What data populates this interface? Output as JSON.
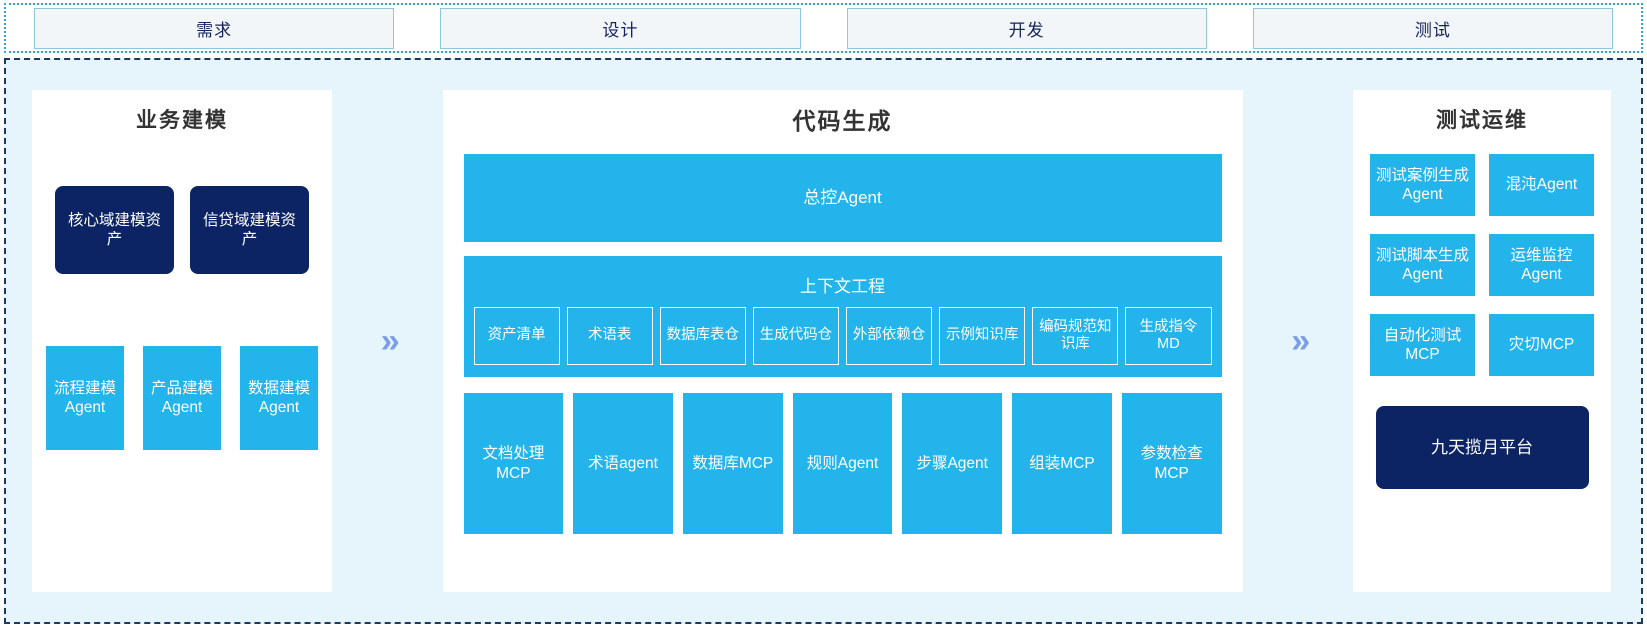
{
  "phases": {
    "items": [
      {
        "label": "需求"
      },
      {
        "label": "设计"
      },
      {
        "label": "开发"
      },
      {
        "label": "测试"
      }
    ]
  },
  "connectors": {
    "chevron": "»"
  },
  "colors": {
    "cyan": "#23b4eb",
    "navy": "#0d2464",
    "background": "#e6f4fc",
    "chevron": "#7b9ee8",
    "phase_fill": "#f2f6f9",
    "phase_border": "#8ec6e0",
    "phase_text": "#16225c",
    "panel_title": "#333333"
  },
  "left_panel": {
    "title": "业务建模",
    "assets": [
      {
        "label": "核心域建模资产"
      },
      {
        "label": "信贷域建模资产"
      }
    ],
    "agents": [
      {
        "label": "流程建模Agent"
      },
      {
        "label": "产品建模Agent"
      },
      {
        "label": "数据建模Agent"
      }
    ]
  },
  "middle_panel": {
    "title": "代码生成",
    "master_agent": "总控Agent",
    "context": {
      "title": "上下文工程",
      "items": [
        {
          "label": "资产清单"
        },
        {
          "label": "术语表"
        },
        {
          "label": "数据库表仓"
        },
        {
          "label": "生成代码仓"
        },
        {
          "label": "外部依赖仓"
        },
        {
          "label": "示例知识库"
        },
        {
          "label": "编码规范知识库"
        },
        {
          "label": "生成指令MD"
        }
      ]
    },
    "tools": [
      {
        "label": "文档处理MCP"
      },
      {
        "label": "术语agent"
      },
      {
        "label": "数据库MCP"
      },
      {
        "label": "规则Agent"
      },
      {
        "label": "步骤Agent"
      },
      {
        "label": "组装MCP"
      },
      {
        "label": "参数检查MCP"
      }
    ]
  },
  "right_panel": {
    "title": "测试运维",
    "items": [
      {
        "label": "测试案例生成Agent"
      },
      {
        "label": "混沌Agent"
      },
      {
        "label": "测试脚本生成Agent"
      },
      {
        "label": "运维监控Agent"
      },
      {
        "label": "自动化测试MCP"
      },
      {
        "label": "灾切MCP"
      }
    ],
    "platform": "九天揽月平台"
  }
}
